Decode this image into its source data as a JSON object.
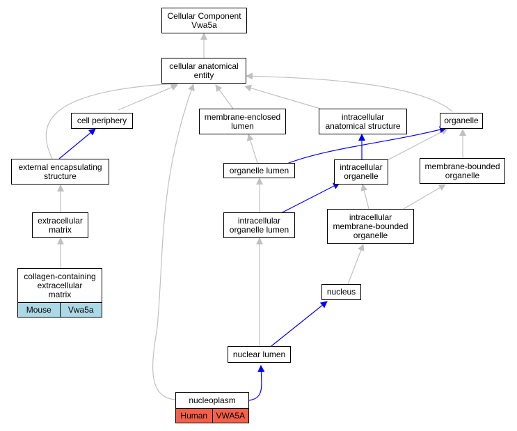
{
  "nodes": {
    "root": "Cellular Component\nVwa5a",
    "cae": "cellular anatomical\nentity",
    "cp": "cell periphery",
    "mel": "membrane-enclosed\nlumen",
    "ias": "intracellular\nanatomical structure",
    "org": "organelle",
    "ees": "external encapsulating\nstructure",
    "ol": "organelle lumen",
    "io": "intracellular\norganelle",
    "mbo": "membrane-bounded\norganelle",
    "em": "extracellular\nmatrix",
    "iol": "intracellular\norganelle lumen",
    "imbo": "intracellular\nmembrane-bounded\norganelle",
    "cce": "collagen-containing\nextracellular\nmatrix",
    "nuc": "nucleus",
    "nl": "nuclear lumen",
    "np": "nucleoplasm"
  },
  "annotations": {
    "cce": {
      "species": "Mouse",
      "gene": "Vwa5a"
    },
    "np": {
      "species": "Human",
      "gene": "VWA5A"
    }
  },
  "colors": {
    "mouse": "#add8e6",
    "human": "#f4614a",
    "edge_gray": "#c0c0c0",
    "edge_blue": "#0000ff"
  }
}
